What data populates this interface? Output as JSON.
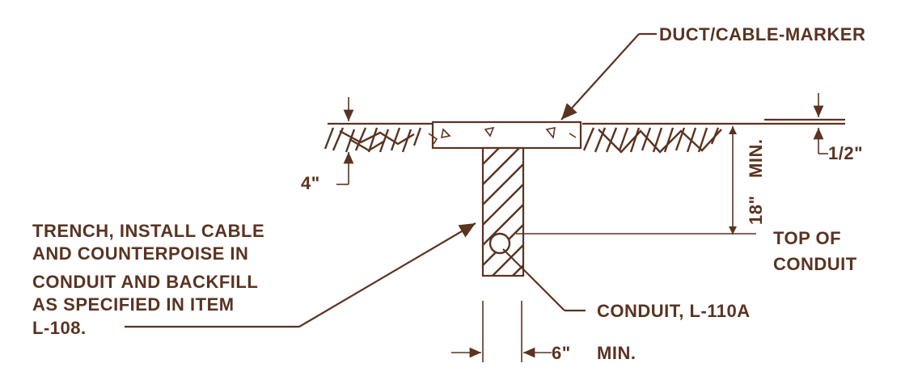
{
  "labels": {
    "duct_marker": "DUCT/CABLE-MARKER",
    "dim_4in": "4\"",
    "dim_half_in": "1/2\"",
    "dim_18in": "18\"",
    "dim_min_vertical": "MIN.",
    "trench_note": [
      "TRENCH, INSTALL CABLE",
      "AND COUNTERPOISE IN",
      "CONDUIT AND BACKFILL",
      "AS SPECIFIED IN ITEM",
      "L-108."
    ],
    "top_of_conduit": [
      "TOP OF",
      "CONDUIT"
    ],
    "conduit": "CONDUIT, L-110A",
    "dim_6in": "6\"",
    "dim_min_horizontal": "MIN."
  },
  "colors": {
    "line": "#5a3321",
    "background": "#ffffff"
  }
}
